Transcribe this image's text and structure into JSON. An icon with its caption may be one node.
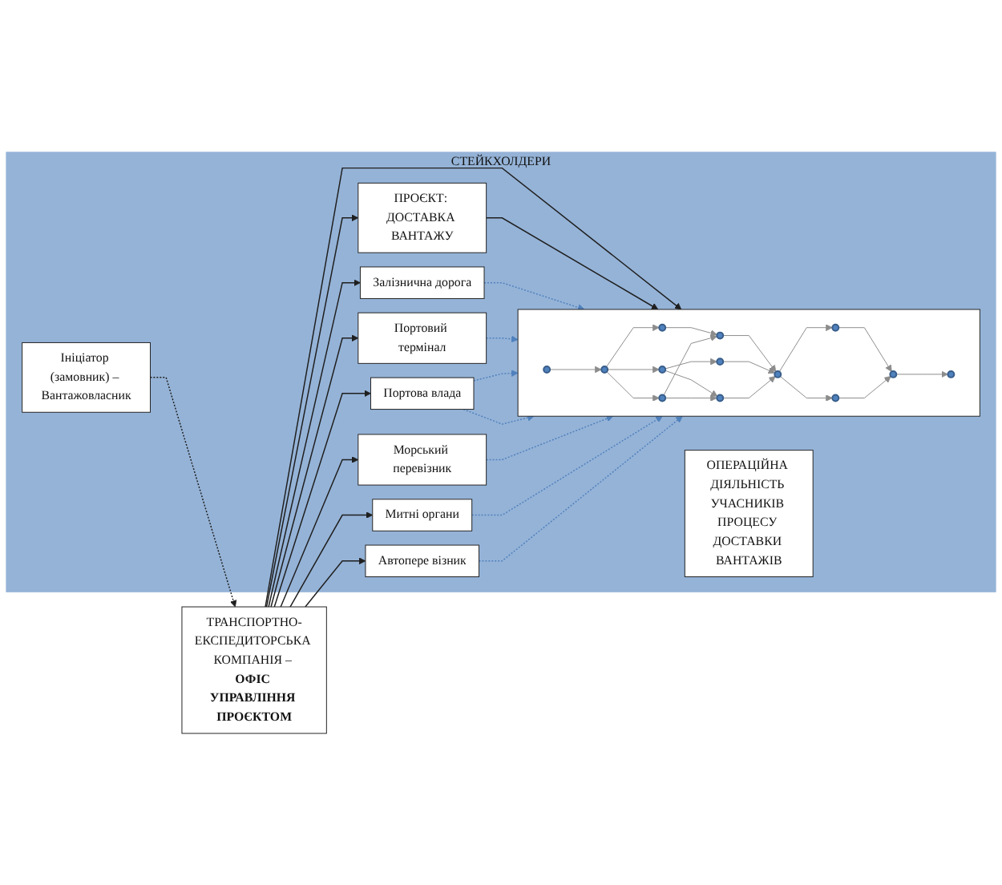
{
  "diagram": {
    "nodes": [
      {
        "text": [
          "СТЕЙКХОЛДЕРИ"
        ]
      },
      {
        "text": [
          "Ініціатор (замовник) – Вантажовласник"
        ],
        "in": 0
      },
      {
        "text": [
          "ТРАНСПОРТНО-ЕКСПЕДИТОРСЬКА КОМПАНІЯ – **ОФІС УПРАВЛІННЯ ПРОЄКТОМ**"
        ]
      },
      {
        "text": [
          "ПРОЄКТ: ДОСТАВКА ВАНТАЖУ"
        ],
        "in": 0
      },
      {
        "text": [],
        "shape": "box",
        "in": 0
      },
      {
        "text": [],
        "shape": "circle",
        "in": 4
      },
      {
        "text": [],
        "shape": "circle",
        "in": 4
      },
      {
        "text": [],
        "shape": "circle",
        "in": 4
      },
      {
        "text": [],
        "shape": "circle",
        "in": 4
      },
      {
        "text": [],
        "shape": "circle",
        "in": 4
      },
      {
        "text": [],
        "shape": "circle",
        "in": 4
      },
      {
        "text": [],
        "shape": "circle",
        "in": 4
      },
      {
        "text": [],
        "shape": "circle",
        "in": 4
      },
      {
        "text": [],
        "shape": "circle",
        "in": 4
      },
      {
        "text": [],
        "shape": "circle",
        "in": 4
      },
      {
        "text": [],
        "shape": "circle",
        "in": 4
      },
      {
        "text": [],
        "shape": "circle",
        "in": 4
      },
      {
        "text": [],
        "shape": "circle",
        "in": 4
      },
      {
        "text": [
          "Залізнична дорога"
        ],
        "in": 0
      },
      {
        "text": [
          "Автопере візник"
        ],
        "in": 0
      },
      {
        "text": [
          "ОПЕРАЦІЙНА ДІЯЛЬНІСТЬ УЧАСНИКІВ ПРОЦЕСУ ДОСТАВКИ ВАНТАЖІВ"
        ],
        "in": 0
      },
      {
        "text": [
          "Портовий термінал"
        ],
        "in": 0
      },
      {
        "text": [
          "Портова влада"
        ],
        "in": 0
      },
      {
        "text": [
          "Морський перевізник"
        ],
        "in": 0
      },
      {
        "text": [
          "Митні органи"
        ],
        "in": 0
      }
    ],
    "edges": [
      {
        "from": 1,
        "to": 2,
        "arrow": "to",
        "style": "dashed",
        "color": "#1f1f1f"
      },
      {
        "from": 2,
        "to": 3,
        "arrow": "to",
        "color": "#1f1f1f"
      },
      {
        "from": 2,
        "to": 4,
        "arrow": "to",
        "color": "#1f1f1f"
      },
      {
        "from": 3,
        "to": 4,
        "arrow": "to",
        "color": "#1f1f1f"
      },
      {
        "from": 2,
        "to": 18,
        "arrow": "to",
        "color": "#1f1f1f"
      },
      {
        "from": 2,
        "to": 19,
        "arrow": "to",
        "color": "#1f1f1f"
      },
      {
        "from": 2,
        "to": 21,
        "arrow": "to",
        "color": "#1f1f1f"
      },
      {
        "from": 2,
        "to": 22,
        "arrow": "to",
        "color": "#1f1f1f"
      },
      {
        "from": 2,
        "to": 23,
        "arrow": "to",
        "color": "#1f1f1f"
      },
      {
        "from": 2,
        "to": 24,
        "arrow": "to",
        "color": "#1f1f1f"
      },
      {
        "from": 5,
        "to": 6,
        "arrow": "to"
      },
      {
        "from": 6,
        "to": 7,
        "arrow": "to"
      },
      {
        "from": 6,
        "to": 8,
        "arrow": "to"
      },
      {
        "from": 6,
        "to": 9,
        "arrow": "to"
      },
      {
        "from": 7,
        "to": 10,
        "arrow": "to"
      },
      {
        "from": 8,
        "to": 11,
        "arrow": "to"
      },
      {
        "from": 8,
        "to": 12,
        "arrow": "to"
      },
      {
        "from": 9,
        "to": 12,
        "arrow": "to"
      },
      {
        "from": 9,
        "to": 10,
        "arrow": "to"
      },
      {
        "from": 10,
        "to": 13,
        "arrow": "to"
      },
      {
        "from": 11,
        "to": 13,
        "arrow": "to"
      },
      {
        "from": 12,
        "to": 13,
        "arrow": "to"
      },
      {
        "from": 13,
        "to": 14,
        "arrow": "to"
      },
      {
        "from": 13,
        "to": 15,
        "arrow": "to"
      },
      {
        "from": 14,
        "to": 16,
        "arrow": "to"
      },
      {
        "from": 15,
        "to": 16,
        "arrow": "to"
      },
      {
        "from": 16,
        "to": 17,
        "arrow": "to"
      },
      {
        "from": 18,
        "to": 4,
        "arrow": "to",
        "style": "dashed",
        "color": "#4f81bd"
      },
      {
        "from": 21,
        "to": 4,
        "arrow": "to",
        "style": "dashed",
        "color": "#4f81bd"
      },
      {
        "from": 22,
        "to": 4,
        "arrow": "to",
        "style": "dashed",
        "color": "#4f81bd"
      },
      {
        "from": 22,
        "to": 4,
        "arrow": "to",
        "style": "dashed",
        "color": "#4f81bd"
      },
      {
        "from": 23,
        "to": 4,
        "arrow": "to",
        "style": "dashed",
        "color": "#4f81bd"
      },
      {
        "from": 24,
        "to": 4,
        "arrow": "to",
        "style": "dashed",
        "color": "#4f81bd"
      },
      {
        "from": 19,
        "to": 4,
        "arrow": "to",
        "style": "dashed",
        "color": "#4f81bd"
      }
    ]
  }
}
